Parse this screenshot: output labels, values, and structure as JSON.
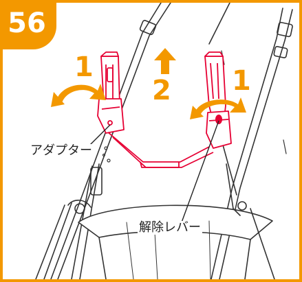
{
  "step_number": "56",
  "labels": {
    "step_left": "1",
    "step_right": "1",
    "step_lift": "2",
    "adapter": "アダプター",
    "release_lever": "解除レバー"
  },
  "colors": {
    "accent": "#F39800",
    "adapter_red": "#E60033",
    "line": "#333333"
  },
  "icons": {
    "rotate_left": "curved-double-arrow-icon",
    "rotate_right": "curved-double-arrow-icon",
    "lift": "up-arrow-icon"
  }
}
